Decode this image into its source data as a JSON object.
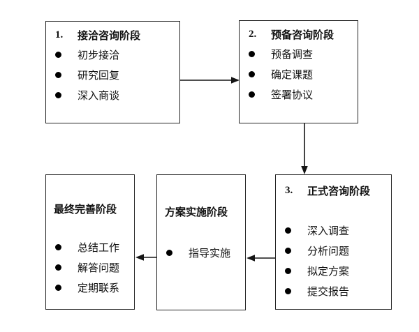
{
  "diagram": {
    "background_color": "#ffffff",
    "border_color": "#232323",
    "text_color": "#111111",
    "bullet_icon": "filled-circle",
    "boxes": [
      {
        "id": "stage-1",
        "number": "1.",
        "title": "接洽咨询阶段",
        "items": [
          "初步接洽",
          "研究回复",
          "深入商谈"
        ]
      },
      {
        "id": "stage-2",
        "number": "2.",
        "title": "预备咨询阶段",
        "items": [
          "预备调查",
          "确定课题",
          "签署协议"
        ]
      },
      {
        "id": "stage-3",
        "number": "3.",
        "title": "正式咨询阶段",
        "items": [
          "深入调查",
          "分析问题",
          "拟定方案",
          "提交报告"
        ]
      },
      {
        "id": "stage-4",
        "number": "",
        "title": "方案实施阶段",
        "items": [
          "指导实施"
        ]
      },
      {
        "id": "stage-5",
        "number": "",
        "title": "最终完善阶段",
        "items": [
          "总结工作",
          "解答问题",
          "定期联系"
        ]
      }
    ],
    "arrows": [
      {
        "from": "stage-1",
        "to": "stage-2",
        "direction": "right"
      },
      {
        "from": "stage-2",
        "to": "stage-3",
        "direction": "down"
      },
      {
        "from": "stage-3",
        "to": "stage-4",
        "direction": "left"
      },
      {
        "from": "stage-4",
        "to": "stage-5",
        "direction": "left"
      }
    ]
  }
}
